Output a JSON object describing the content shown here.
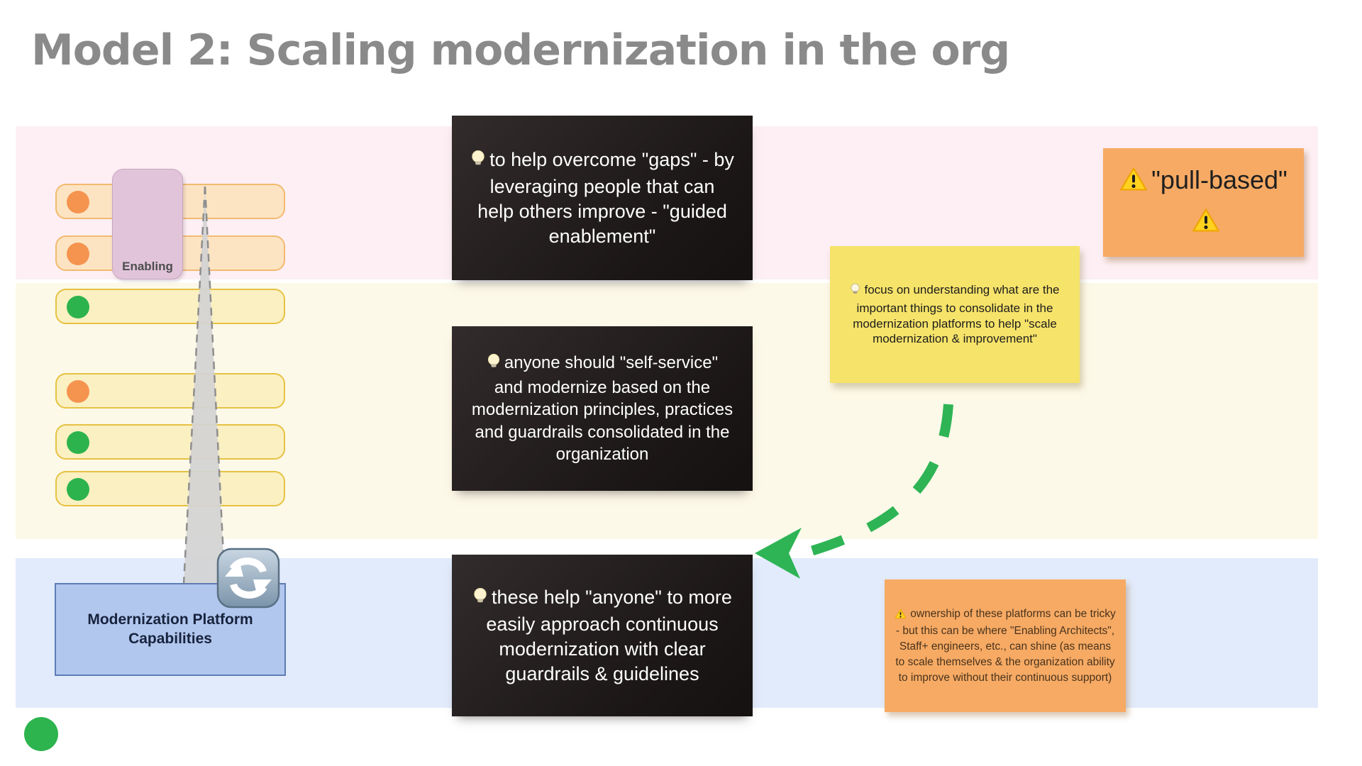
{
  "title": "Model 2: Scaling modernization in the org",
  "colors": {
    "orange": "#f5944f",
    "green": "#2db34d",
    "arrow_green": "#2eb455",
    "dark_note_bg": "#1c1717",
    "yellow_note_bg": "#f6e369",
    "orange_note_bg": "#f6aa64",
    "title_gray": "#8a8a8a"
  },
  "org": {
    "enabling_label": "Enabling",
    "teams": [
      {
        "dot_color": "orange"
      },
      {
        "dot_color": "orange"
      },
      {
        "dot_color": "green"
      },
      {
        "dot_color": "orange"
      },
      {
        "dot_color": "green"
      },
      {
        "dot_color": "green"
      }
    ],
    "platform_box": {
      "label": "Modernization Platform Capabilities",
      "icon": "clockwise-arrows"
    }
  },
  "notes": {
    "dark": [
      {
        "icon": "lightbulb",
        "text": "to help overcome \"gaps\" - by leveraging people that can help others improve - \"guided enablement\""
      },
      {
        "icon": "lightbulb",
        "text": "anyone should \"self-service\" and modernize  based on the modernization principles, practices and guardrails consolidated in the organization"
      },
      {
        "icon": "lightbulb",
        "text": "these help \"anyone\" to more easily approach continuous modernization with clear guardrails & guidelines"
      }
    ],
    "yellow": {
      "icon": "lightbulb",
      "text": "focus on understanding what are the important things to consolidate in the modernization platforms to help \"scale modernization & improvement\""
    },
    "orange_pull": {
      "icon_left": "warning",
      "text": "\"pull-based\"",
      "icon_right": "warning"
    },
    "orange_ownership": {
      "icon": "warning",
      "text": "ownership of these platforms can be tricky - but this can be where \"Enabling Architects\", Staff+ engineers, etc., can shine (as means to scale themselves & the organization ability to improve without their continuous support)"
    }
  }
}
